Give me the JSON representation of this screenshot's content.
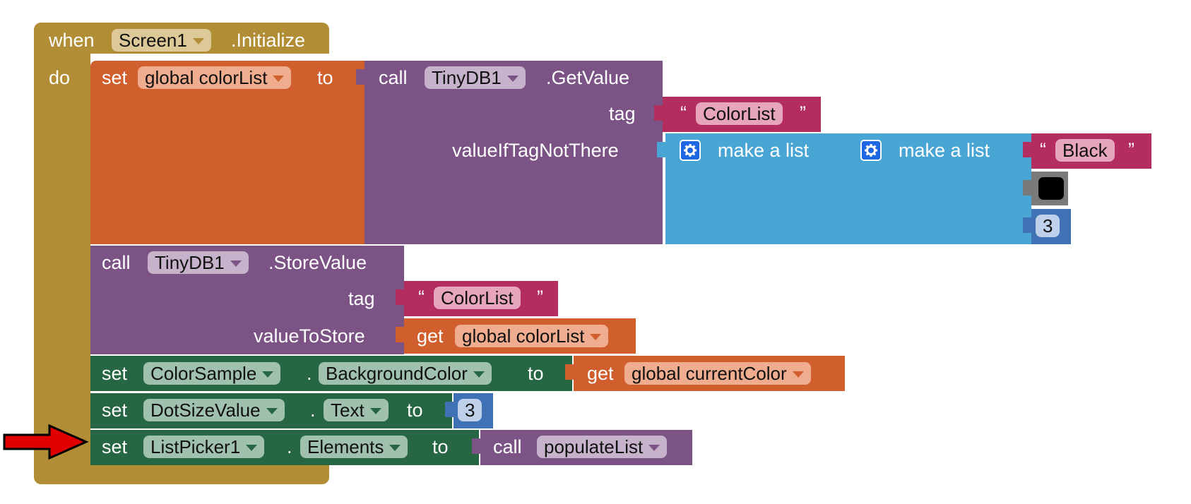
{
  "event": {
    "when_label": "when",
    "component": "Screen1",
    "event_name": ".Initialize",
    "do_label": "do"
  },
  "set_colorlist": {
    "set_label": "set",
    "variable": "global colorList",
    "to_label": "to"
  },
  "getvalue_call": {
    "call_label": "call",
    "component": "TinyDB1",
    "method": ".GetValue",
    "tag_label": "tag",
    "tag_value": "ColorList",
    "default_label": "valueIfTagNotThere"
  },
  "make_list_outer": {
    "label": "make a list"
  },
  "make_list_inner": {
    "label": "make a list",
    "text_item": "Black",
    "color_item": "#000000",
    "number_item": "3"
  },
  "storevalue_call": {
    "call_label": "call",
    "component": "TinyDB1",
    "method": ".StoreValue",
    "tag_label": "tag",
    "tag_value": "ColorList",
    "value_label": "valueToStore",
    "get_label": "get",
    "get_variable": "global colorList"
  },
  "set_background": {
    "set_label": "set",
    "component": "ColorSample",
    "dot": ".",
    "property": "BackgroundColor",
    "to_label": "to",
    "get_label": "get",
    "get_variable": "global currentColor"
  },
  "set_dotsize": {
    "set_label": "set",
    "component": "DotSizeValue",
    "dot": ".",
    "property": "Text",
    "to_label": "to",
    "number": "3"
  },
  "set_elements": {
    "set_label": "set",
    "component": "ListPicker1",
    "dot": ".",
    "property": "Elements",
    "to_label": "to",
    "call_label": "call",
    "procedure": "populateList"
  },
  "quote_open": "“",
  "quote_close": "”",
  "colors": {
    "event": "#b18e35",
    "variable": "#d05f2d",
    "procedure": "#7c5385",
    "component_setter": "#266643",
    "text": "#b32d5e",
    "list": "#49a6d4",
    "math": "#3f71b5",
    "arrow": "#e00000"
  },
  "icons": {
    "mutator": "gear-icon",
    "pointer": "red-arrow-icon"
  }
}
